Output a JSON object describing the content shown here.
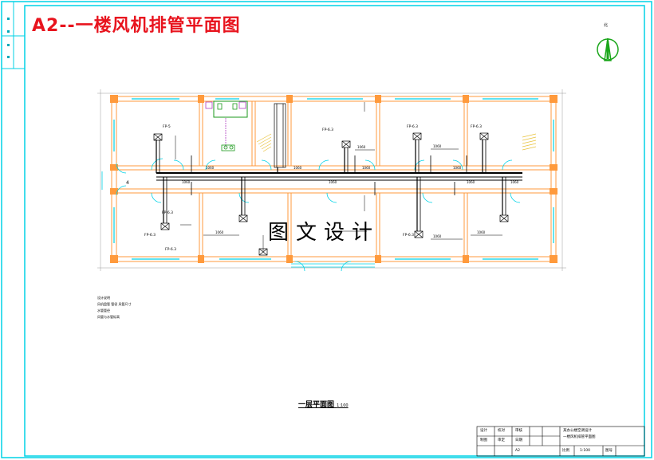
{
  "title": "A2--一楼风机排管平面图",
  "watermark": "图文设计",
  "north_label": "北",
  "plan_title": "一层平面图",
  "plan_scale": "1:100",
  "room_number": "4",
  "notes": [
    "设计说明",
    "风机盘管 管径 风管尺寸",
    "水管管径",
    "风管与水管标高"
  ],
  "unit_labels": [
    "FP-5",
    "FP-6.3",
    "FP-6.3",
    "FP-6.3",
    "FP-6.3",
    "FP-6.3",
    "FP-6.3",
    "FP-6.3"
  ],
  "title_block": {
    "r1": [
      "设计",
      "校对",
      "审核"
    ],
    "r2": [
      "制图",
      "审定",
      "日期"
    ],
    "sheet": "A2",
    "project_name": "某办公楼空调设计",
    "drawing_name": "一楼风机排管平面图",
    "scale_label": "比例",
    "scale_value": "1:100",
    "sheet_no": "图号"
  },
  "colors": {
    "frame": "#00d2e6",
    "wall": "#ff9a3c",
    "title_red": "#e8141e",
    "pipe": "#000000",
    "stair": "#e8c23c",
    "toilet": "#1b9a1b",
    "fixture": "#b040c0",
    "north_arrow": "#1aa61a"
  }
}
